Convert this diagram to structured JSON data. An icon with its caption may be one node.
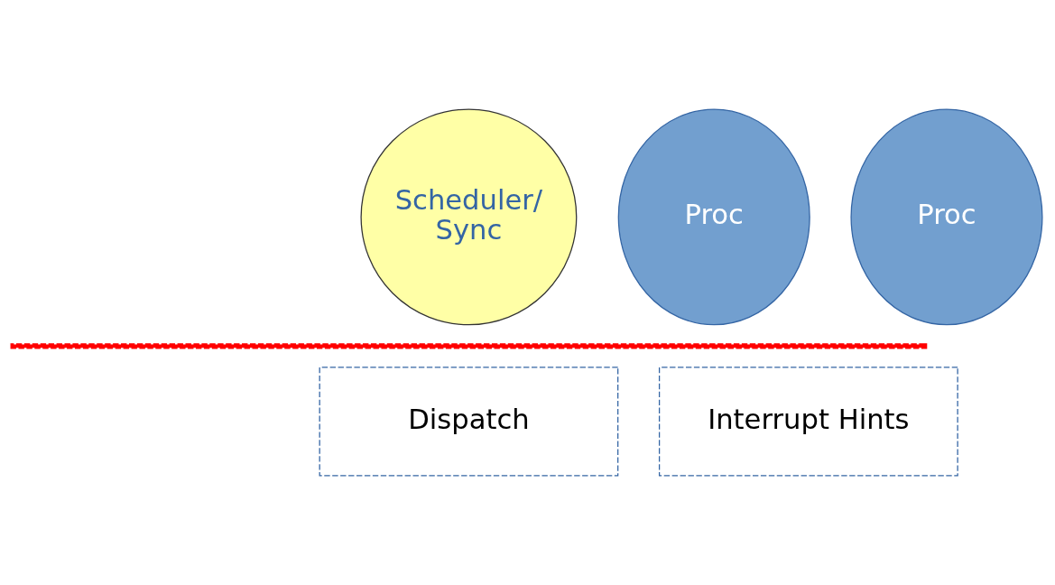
{
  "diagram": {
    "nodes": [
      {
        "text": [
          "Scheduler/ Sync"
        ]
      },
      {
        "text": [
          "Proc"
        ]
      },
      {
        "text": [
          "Proc"
        ]
      },
      {
        "text": [
          "Dispatch"
        ]
      },
      {
        "text": [
          "Interrupt Hints"
        ]
      }
    ]
  }
}
